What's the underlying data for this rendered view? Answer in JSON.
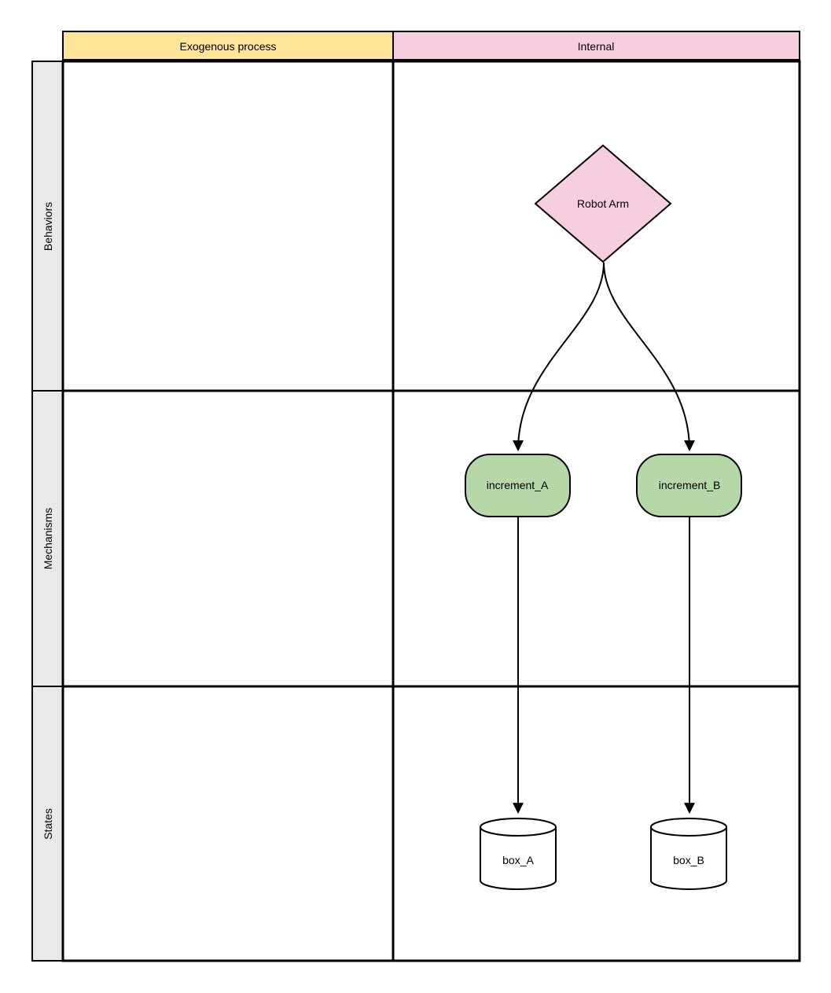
{
  "palette": {
    "yellow": "#FFE59A",
    "pink": "#F6CEDF",
    "green": "#B6D7A8",
    "gray": "#E9E9E9",
    "line": "#000000"
  },
  "header": {
    "columns": [
      {
        "label": "Exogenous process"
      },
      {
        "label": "Internal"
      }
    ]
  },
  "row_labels": [
    {
      "label": "Behaviors"
    },
    {
      "label": "Mechanisms"
    },
    {
      "label": "States"
    }
  ],
  "nodes": {
    "decision": {
      "label": "Robot Arm",
      "shape": "diamond",
      "row": "Behaviors",
      "column": "Internal"
    },
    "mechanism_a": {
      "label": "increment_A",
      "shape": "rounded-rect",
      "row": "Mechanisms",
      "column": "Internal"
    },
    "mechanism_b": {
      "label": "increment_B",
      "shape": "rounded-rect",
      "row": "Mechanisms",
      "column": "Internal"
    },
    "state_a": {
      "label": "box_A",
      "shape": "cylinder",
      "row": "States",
      "column": "Internal"
    },
    "state_b": {
      "label": "box_B",
      "shape": "cylinder",
      "row": "States",
      "column": "Internal"
    }
  },
  "edges": [
    {
      "from": "Robot Arm",
      "to": "increment_A",
      "style": "curved-arrow"
    },
    {
      "from": "Robot Arm",
      "to": "increment_B",
      "style": "curved-arrow"
    },
    {
      "from": "increment_A",
      "to": "box_A",
      "style": "straight-arrow"
    },
    {
      "from": "increment_B",
      "to": "box_B",
      "style": "straight-arrow"
    }
  ]
}
